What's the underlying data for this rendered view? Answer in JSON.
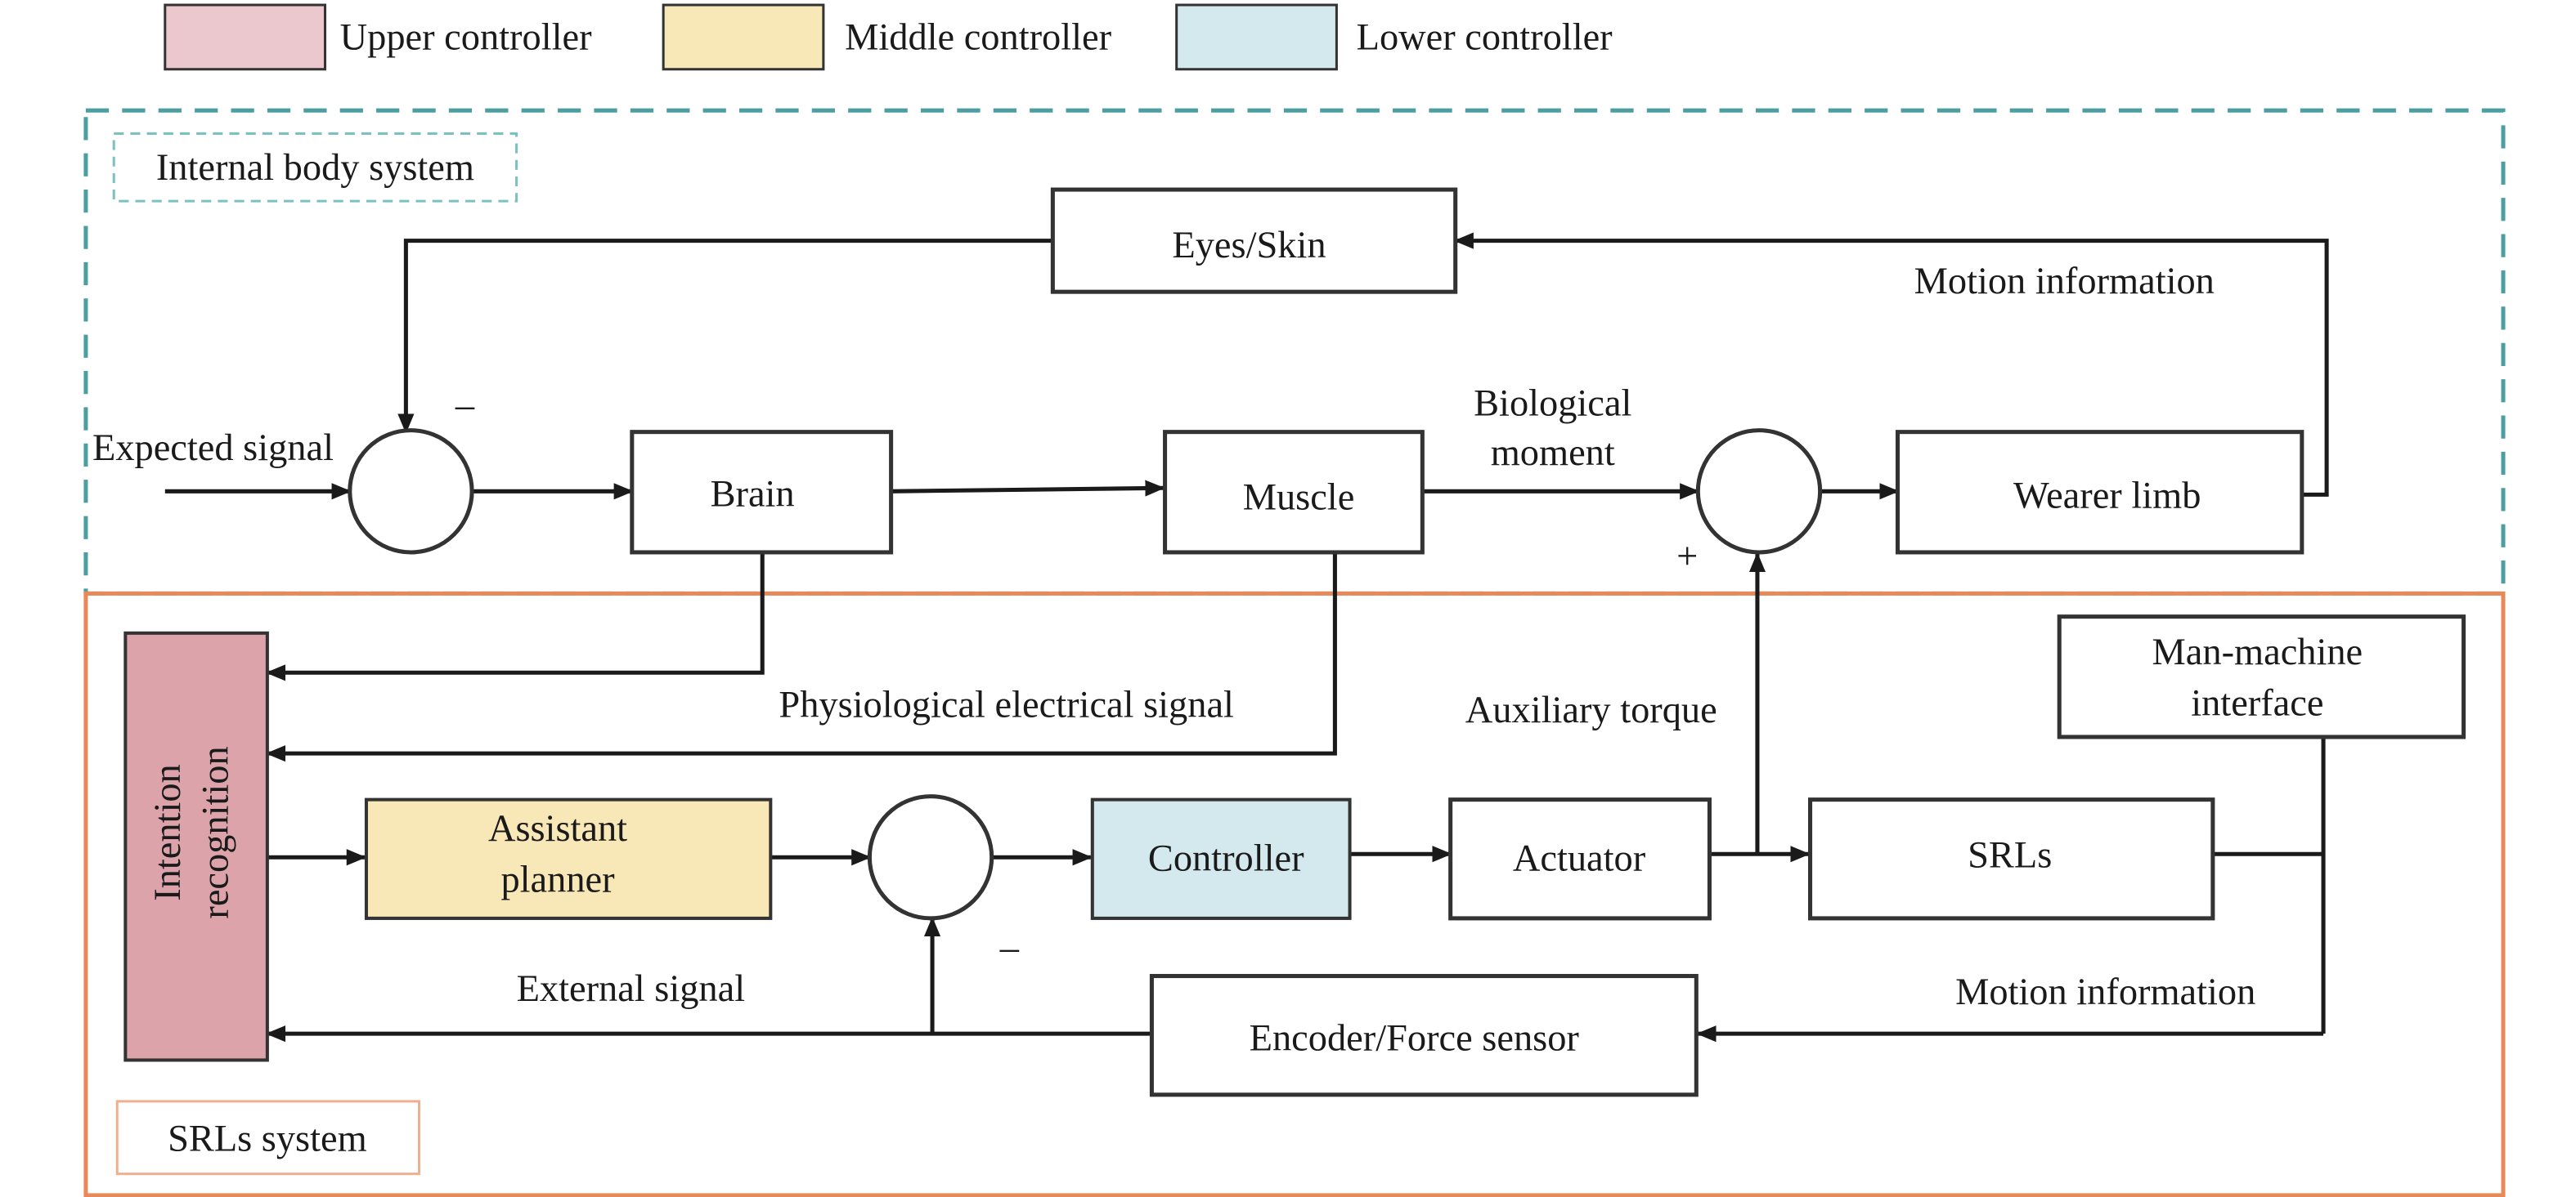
{
  "legend": {
    "upper": {
      "label": "Upper controller",
      "color": "#ebc8cd"
    },
    "middle": {
      "label": "Middle controller",
      "color": "#f8e7b7"
    },
    "lower": {
      "label": "Lower controller",
      "color": "#d3e9ee"
    }
  },
  "regions": {
    "internal": {
      "label": "Internal body system",
      "color": "#4c9ea0"
    },
    "srls": {
      "label": "SRLs system",
      "color": "#e8895a"
    }
  },
  "blocks": {
    "eyes_skin": "Eyes/Skin",
    "brain": "Brain",
    "muscle": "Muscle",
    "wearer_limb": "Wearer limb",
    "intention": {
      "line1": "Intention",
      "line2": "recognition",
      "color": "#dca4aa"
    },
    "assistant": {
      "line1": "Assistant",
      "line2": "planner",
      "color": "#f8e7b7"
    },
    "controller": {
      "label": "Controller",
      "color": "#d3e9ee"
    },
    "actuator": "Actuator",
    "srls": "SRLs",
    "mmi": {
      "line1": "Man-machine",
      "line2": "interface"
    },
    "encoder": "Encoder/Force sensor"
  },
  "labels": {
    "expected_signal": "Expected signal",
    "motion_info_top": "Motion information",
    "bio_moment_1": "Biological",
    "bio_moment_2": "moment",
    "physio": "Physiological electrical signal",
    "aux_torque": "Auxiliary torque",
    "external_signal": "External signal",
    "motion_info_bottom": "Motion information",
    "minus_top": "–",
    "plus": "+",
    "minus_bottom": "–"
  }
}
